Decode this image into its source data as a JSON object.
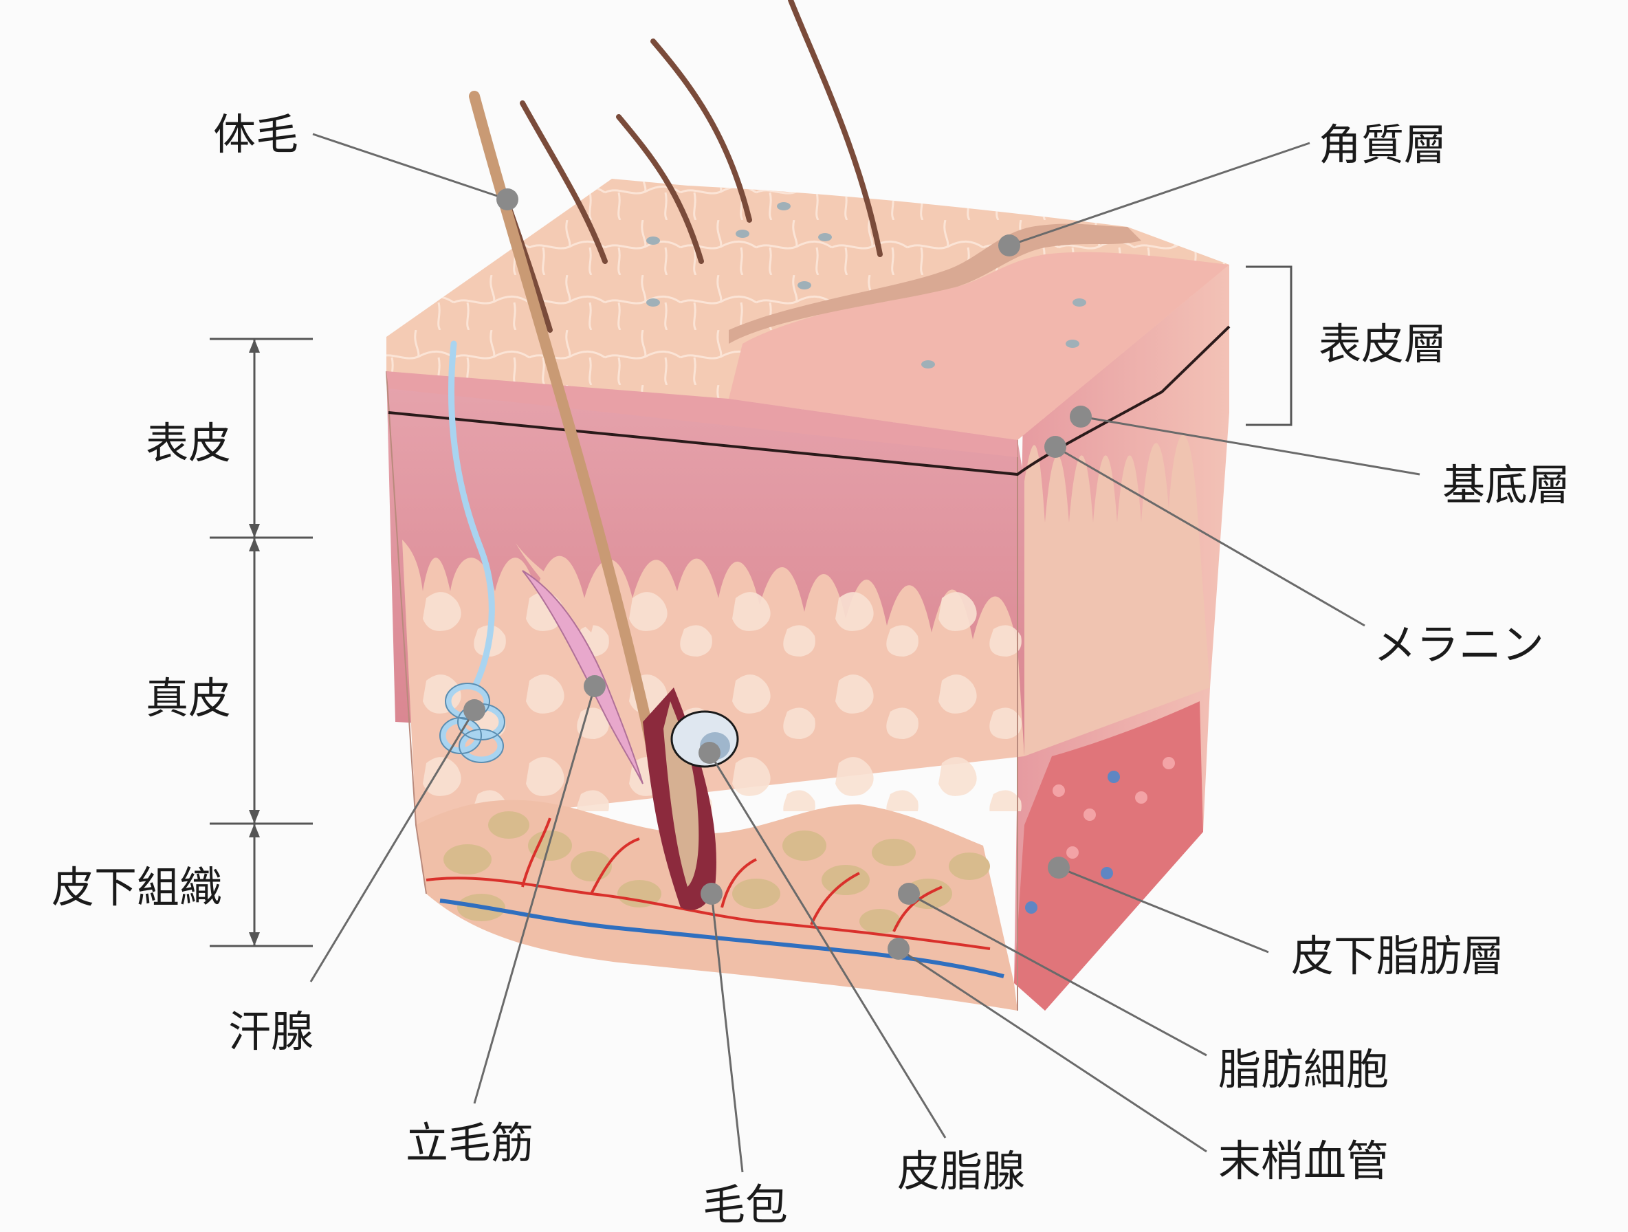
{
  "labels": {
    "body_hair": "体毛",
    "stratum_corneum": "角質層",
    "epidermis_layer": "表皮層",
    "basal_layer": "基底層",
    "melanin": "メラニン",
    "subcutaneous_fat_layer": "皮下脂肪層",
    "fat_cells": "脂肪細胞",
    "peripheral_vessels": "末梢血管",
    "sebaceous_gland": "皮脂腺",
    "hair_follicle": "毛包",
    "arrector_pili": "立毛筋",
    "sweat_gland": "汗腺",
    "epidermis": "表皮",
    "dermis": "真皮",
    "subcutaneous_tissue": "皮下組織"
  },
  "colors": {
    "epidermis_top": "#f4cbb4",
    "epidermis_top_right": "#f2b7ad",
    "stratum_corneum": "#d9a993",
    "epidermis_band": "#e9a3ac",
    "dermis": "#f3c5b1",
    "dermis_cells": "#f8dfcf",
    "papillae": "#e49aa4",
    "fat_layer": "#f0bfa8",
    "fat_cells": "#d8bb8d",
    "side_face": "#e58a8d",
    "blood_vessel": "#d9302b",
    "vein": "#2f6fbf",
    "sweat_duct": "#a9d4f0",
    "hair": "#7a4b3a",
    "leader_line": "#6a6a6a",
    "dot": "#888888"
  }
}
